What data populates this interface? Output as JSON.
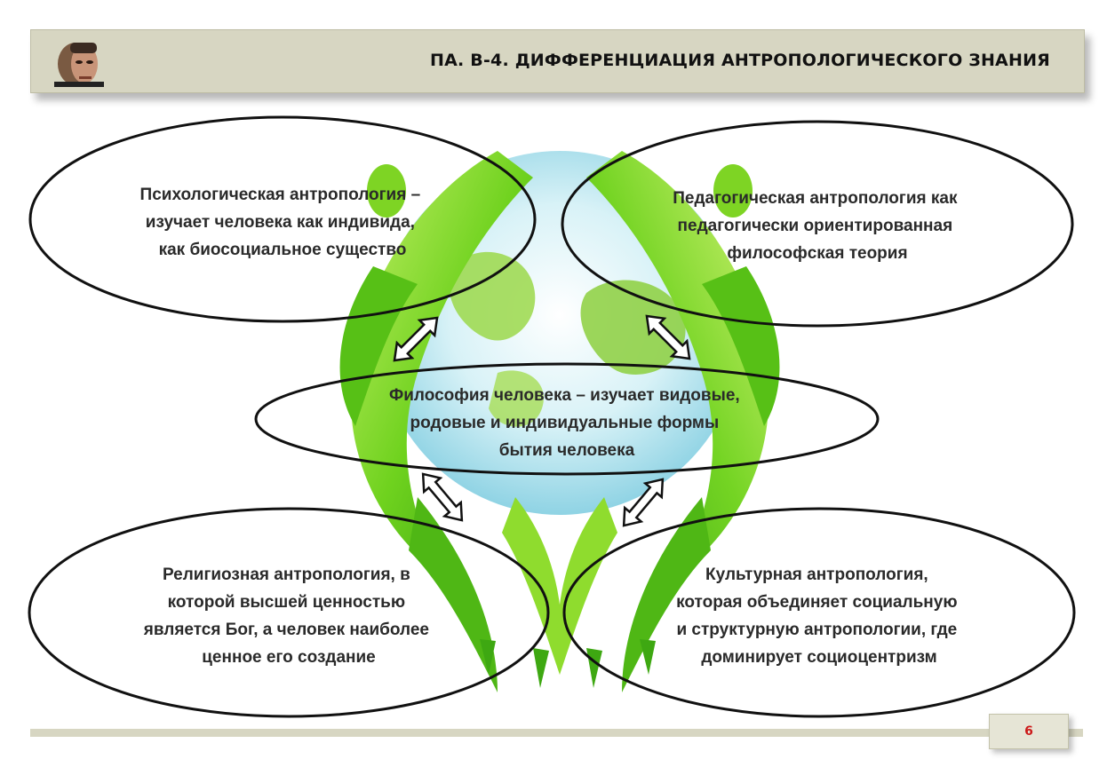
{
  "header": {
    "title": "ПА. В-4.  ДИФФЕРЕНЦИАЦИЯ АНТРОПОЛОГИЧЕСКОГО ЗНАНИЯ"
  },
  "nodes": {
    "psychological": [
      "Психологическая антропология –",
      "изучает человека как индивида,",
      "как биосоциальное существо"
    ],
    "pedagogical": [
      "Педагогическая антропология как",
      "педагогически ориентированная",
      "философская теория"
    ],
    "philosophy": [
      "Философия человека – изучает видовые,",
      "родовые и индивидуальные формы",
      "бытия человека"
    ],
    "religious": [
      "Религиозная антропология, в",
      "которой высшей ценностью",
      "является Бог, а человек наиболее",
      "ценное его создание"
    ],
    "cultural": [
      "Культурная антропология,",
      "которая объединяет социальную",
      "и структурную антропологии, где",
      "доминирует социоцентризм"
    ]
  },
  "page_number": "6",
  "colors": {
    "title_bar": "#d7d6c2",
    "leaf_green": "#6fd21e",
    "globe_blue": "#bfe8f2",
    "page_number": "#cc1a1a"
  }
}
